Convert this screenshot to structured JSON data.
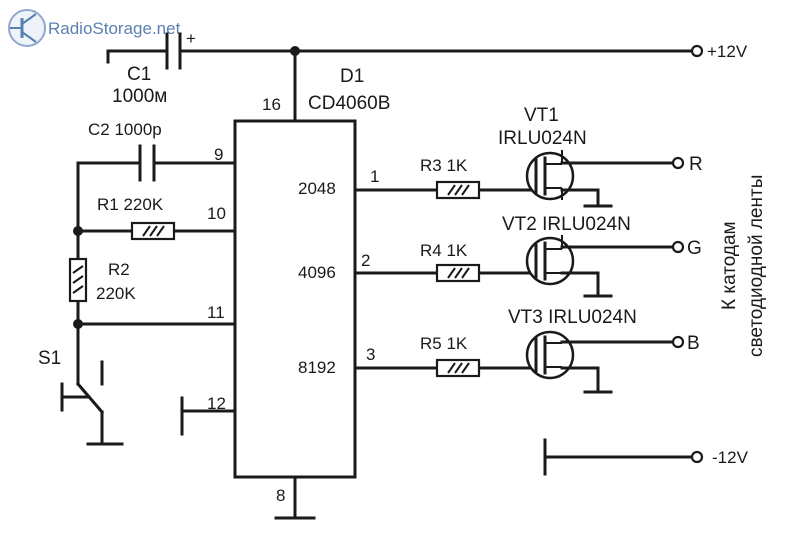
{
  "logo": {
    "text": "RadioStorage.net",
    "icon": "transistor-logo-icon",
    "color": "#5a7fb0"
  },
  "supply": {
    "positive": "+12V",
    "negative": "-12V"
  },
  "capacitors": {
    "c1": {
      "ref": "C1",
      "value": "1000м",
      "polarity": "+"
    },
    "c2": {
      "ref": "C2",
      "value": "1000p"
    }
  },
  "resistors": {
    "r1": {
      "ref": "R1",
      "value": "220K"
    },
    "r2": {
      "ref": "R2",
      "value": "220K"
    },
    "r3": {
      "ref": "R3",
      "value": "1K"
    },
    "r4": {
      "ref": "R4",
      "value": "1K"
    },
    "r5": {
      "ref": "R5",
      "value": "1K"
    }
  },
  "switch": {
    "ref": "S1"
  },
  "ic": {
    "ref": "D1",
    "part": "CD4060B",
    "pins": {
      "vdd": "16",
      "c": "9",
      "rc": "10",
      "rs": "11",
      "reset": "12",
      "gnd": "8"
    },
    "outputs": [
      "2048",
      "4096",
      "8192"
    ]
  },
  "channels": [
    "1",
    "2",
    "3"
  ],
  "transistors": {
    "vt1": {
      "label": "VT1",
      "part": "IRLU024N"
    },
    "vt2": {
      "label": "VT2 IRLU024N"
    },
    "vt3": {
      "label": "VT3 IRLU024N"
    }
  },
  "outputs": {
    "r": "R",
    "g": "G",
    "b": "B"
  },
  "note": {
    "line1": "К катодам",
    "line2": "светодиодной ленты"
  }
}
